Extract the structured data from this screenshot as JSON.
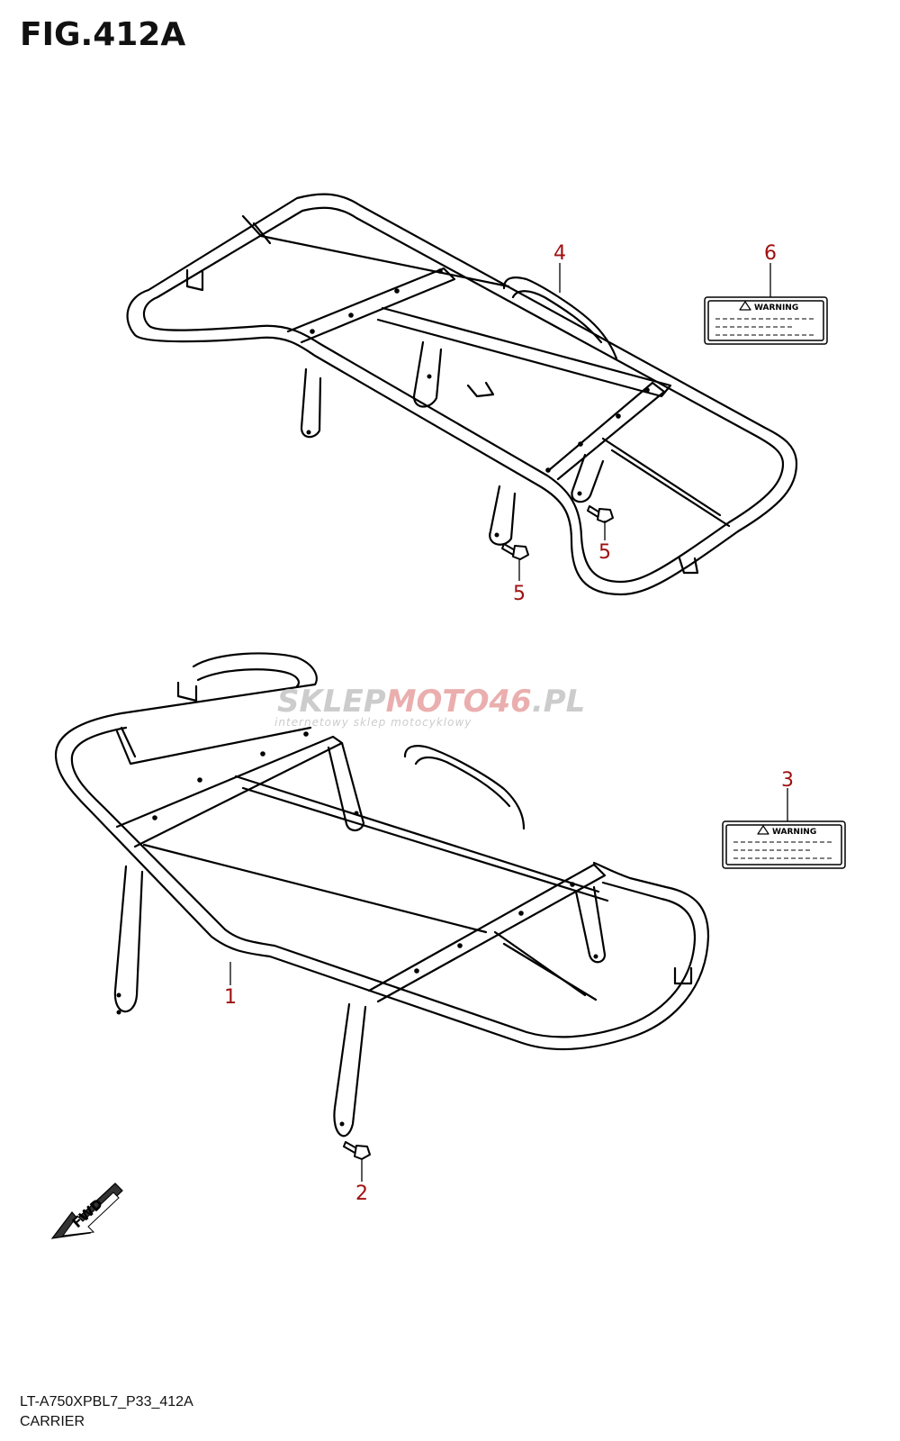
{
  "title": "FIG.412A",
  "callouts": {
    "c1": "1",
    "c2": "2",
    "c3": "3",
    "c4": "4",
    "c5a": "5",
    "c5b": "5",
    "c6": "6"
  },
  "warning_label_text": "WARNING",
  "watermark": {
    "part1": "SKLEP",
    "part2": "MOTO",
    "part3": "46",
    "part4": ".PL",
    "subtitle": "internetowy sklep motocyklowy"
  },
  "fwd_text": "FWD",
  "footer": {
    "code": "LT-A750XPBL7_P33_412A",
    "name": "CARRIER"
  },
  "colors": {
    "callout": "#a01010",
    "watermark_grey": "#c4c4c4",
    "watermark_red": "#e8a0a0"
  }
}
